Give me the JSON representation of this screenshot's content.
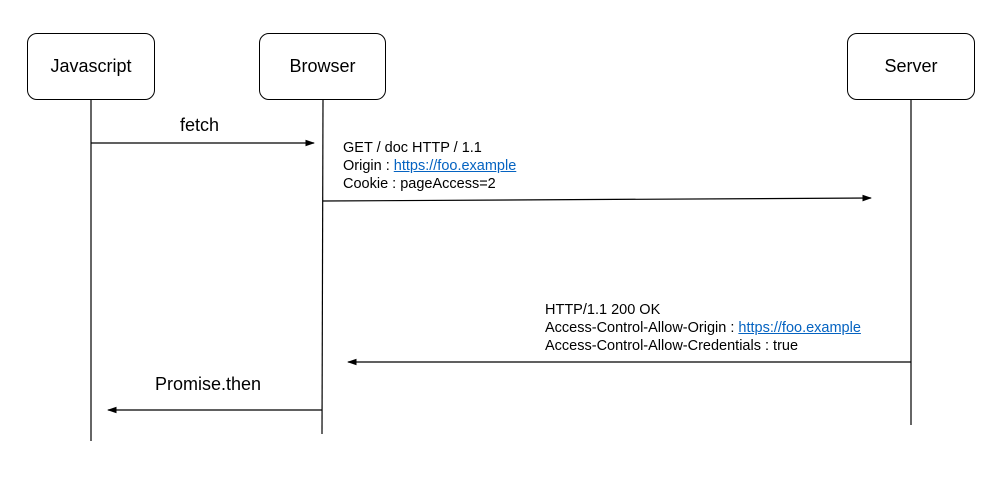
{
  "actors": {
    "javascript": "Javascript",
    "browser": "Browser",
    "server": "Server"
  },
  "messages": {
    "fetch": "fetch",
    "request": {
      "line1": "GET / doc HTTP / 1.1",
      "origin_label": "Origin : ",
      "origin_link": "https://foo.example",
      "cookie": "Cookie : pageAccess=2"
    },
    "response": {
      "line1": "HTTP/1.1 200 OK",
      "acao_label": "Access-Control-Allow-Origin : ",
      "acao_link": "https://foo.example",
      "acac": "Access-Control-Allow-Credentials : true"
    },
    "promise": "Promise.then"
  },
  "colors": {
    "line": "#000000",
    "link": "#0563c1"
  }
}
